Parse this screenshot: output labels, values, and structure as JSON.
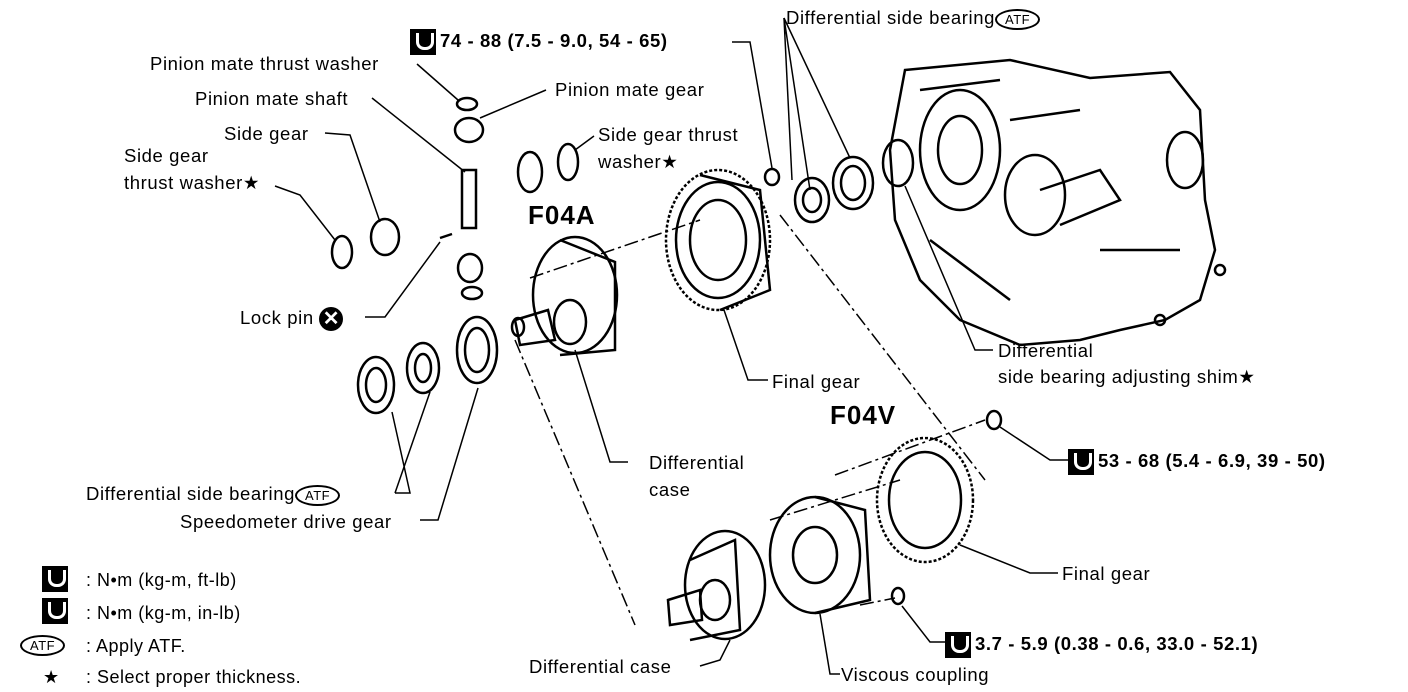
{
  "labels": {
    "torque_top": "74 - 88 (7.5 - 9.0, 54 - 65)",
    "diff_side_bearing_top": "Differential side bearing",
    "atf_badge": "ATF",
    "pinion_mate_thrust_washer": "Pinion mate thrust washer",
    "pinion_mate_shaft": "Pinion mate shaft",
    "pinion_mate_gear": "Pinion mate gear",
    "side_gear": "Side gear",
    "side_gear_thrust_washer_right_1": "Side gear thrust",
    "side_gear_thrust_washer_right_2": "washer★",
    "side_gear_thrust_washer_left_1": "Side gear",
    "side_gear_thrust_washer_left_2": "thrust washer★",
    "model_f04a": "F04A",
    "model_f04v": "F04V",
    "lock_pin": "Lock pin",
    "diff_side_bearing_adj_shim_1": "Differential",
    "diff_side_bearing_adj_shim_2": "side bearing adjusting shim★",
    "final_gear_upper": "Final gear",
    "diff_case_upper_1": "Differential",
    "diff_case_upper_2": "case",
    "diff_side_bearing_left": "Differential side bearing",
    "speedometer_drive_gear": "Speedometer drive gear",
    "torque_right": "53 - 68 (5.4 - 6.9, 39 - 50)",
    "final_gear_lower": "Final gear",
    "torque_bottom": "3.7 - 5.9 (0.38 - 0.6, 33.0 - 52.1)",
    "diff_case_lower": "Differential case",
    "viscous_coupling": "Viscous coupling"
  },
  "legend": [
    {
      "icon": "torque-wrench-icon",
      "text": ": N•m (kg-m, ft-lb)"
    },
    {
      "icon": "torque-wrench-small-icon",
      "text": ": N•m (kg-m, in-lb)"
    },
    {
      "icon": "atf-icon",
      "badge": "ATF",
      "text": ": Apply ATF."
    },
    {
      "icon": "star-icon",
      "glyph": "★",
      "text": ": Select proper thickness."
    }
  ]
}
